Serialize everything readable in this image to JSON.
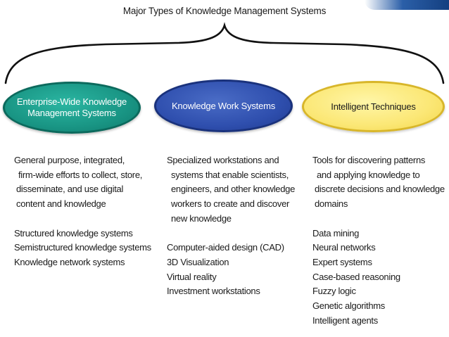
{
  "title": "Major Types of Knowledge Management Systems",
  "categories": [
    {
      "name_lines": [
        "Enterprise-Wide Knowledge",
        "Management Systems"
      ],
      "description_lines": [
        "General purpose, integrated,",
        "firm-wide efforts to collect, store,",
        "disseminate, and use digital",
        "content and knowledge"
      ],
      "examples": [
        "Structured knowledge systems",
        "Semistructured knowledge systems",
        "Knowledge network systems"
      ]
    },
    {
      "name_lines": [
        "Knowledge Work Systems"
      ],
      "description_lines": [
        "Specialized workstations and",
        "systems that enable scientists,",
        "engineers, and other knowledge",
        "workers to create and discover",
        "new knowledge"
      ],
      "examples": [
        "Computer-aided design (CAD)",
        "3D Visualization",
        "Virtual reality",
        "Investment workstations"
      ]
    },
    {
      "name_lines": [
        "Intelligent Techniques"
      ],
      "description_lines": [
        "Tools for discovering patterns",
        "and applying knowledge to",
        "discrete decisions and knowledge",
        "domains"
      ],
      "examples": [
        "Data mining",
        "Neural networks",
        "Expert systems",
        "Case-based reasoning",
        "Fuzzy logic",
        "Genetic algorithms",
        "Intelligent agents"
      ]
    }
  ],
  "colors": {
    "teal": "#199584",
    "blue": "#2f4fae",
    "yellow": "#fbe775"
  }
}
